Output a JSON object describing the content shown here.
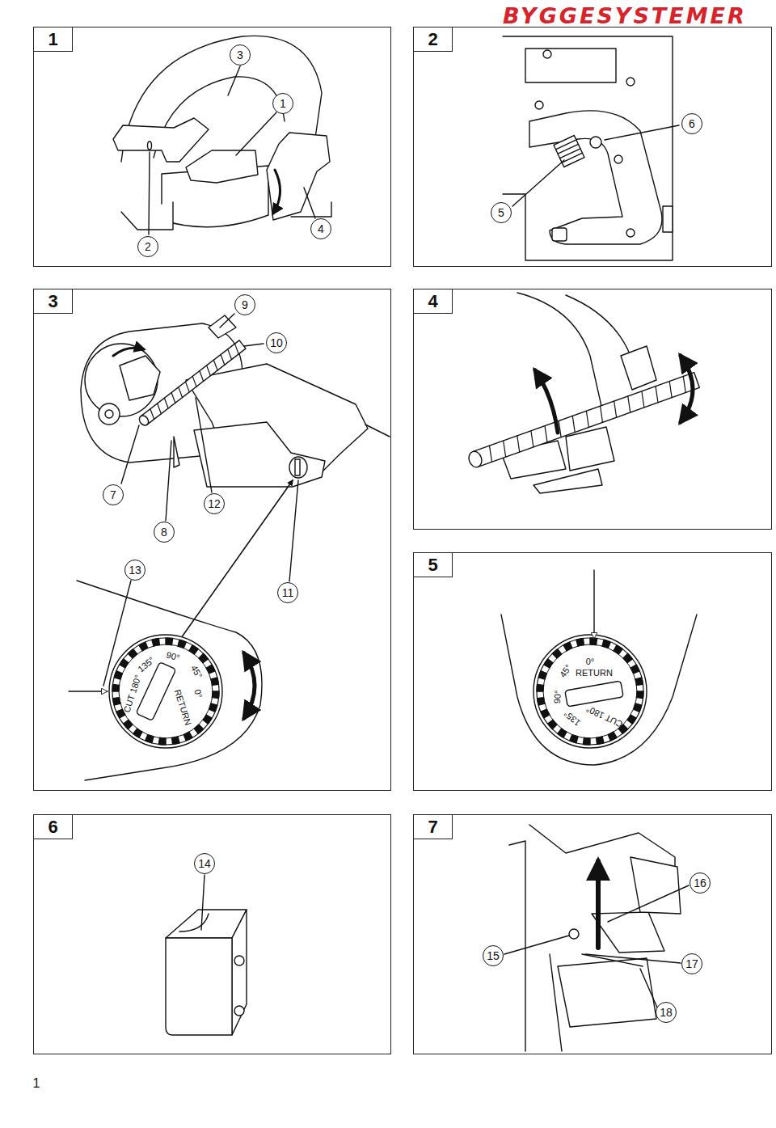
{
  "diagram": {
    "nodes": [
      {
        "text": [
          "1"
        ]
      },
      {
        "text": [
          "2"
        ]
      },
      {
        "text": [
          "3"
        ]
      },
      {
        "text": [
          "4"
        ]
      },
      {
        "text": [
          "5"
        ]
      },
      {
        "text": [
          "6"
        ]
      },
      {
        "text": [
          "7"
        ]
      }
    ],
    "labels": [
      "BYGGESYSTEMER",
      "3",
      "1",
      "2",
      "4",
      "6",
      "5",
      "9",
      "10",
      "7",
      "12",
      "8",
      "13",
      "11",
      "14",
      "16",
      "15",
      "17",
      "18",
      "CUT 180°",
      "135°",
      "90°",
      "45°",
      "0°",
      "RETURN",
      "0°",
      "RETURN",
      "45°",
      "90°",
      "135°",
      "CUT 180°",
      "1"
    ]
  }
}
